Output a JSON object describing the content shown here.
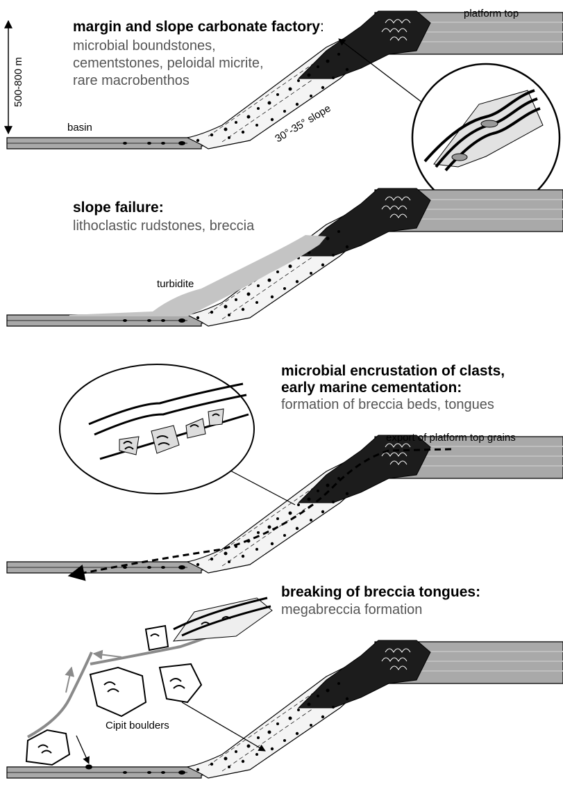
{
  "panel1": {
    "heading_bold": "margin and slope carbonate factory",
    "heading_colon": ":",
    "lines": [
      "microbial boundstones,",
      "cementstones, peloidal micrite,",
      "rare macrobenthos"
    ],
    "scale_label": "500-800 m",
    "basin_label": "basin",
    "platform_label": "platform top",
    "slope_label": "30°-35° slope"
  },
  "panel2": {
    "heading": "slope failure:",
    "line": "lithoclastic rudstones, breccia",
    "turbidite_label": "turbidite"
  },
  "panel3": {
    "heading_line1": "microbial encrustation of clasts,",
    "heading_line2": "early marine cementation:",
    "line": "formation of breccia beds, tongues",
    "export_label": "export of platform top grains"
  },
  "panel4": {
    "heading": "breaking of breccia tongues:",
    "line": "megabreccia formation",
    "boulders_label": "Cipit boulders"
  },
  "colors": {
    "platform_fill": "#a9a9a9",
    "margin_fill": "#1c1c1c",
    "turbidite_fill": "#c4c4c4",
    "fault": "#8a8a8a"
  }
}
